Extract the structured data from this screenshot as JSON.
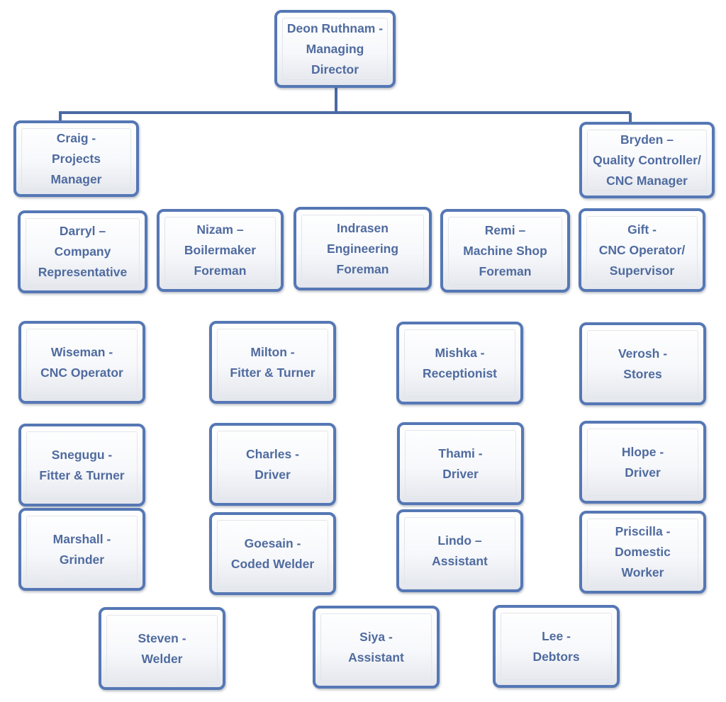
{
  "colors": {
    "box_border": "#5577b5",
    "connector": "#4a6aa3",
    "text": "#4f6b9f"
  },
  "nodes": [
    {
      "id": "deon",
      "label": "Deon Ruthnam -\nManaging\nDirector"
    },
    {
      "id": "craig",
      "label": "Craig -\nProjects\nManager"
    },
    {
      "id": "bryden",
      "label": "Bryden –\nQuality Controller/\nCNC Manager"
    },
    {
      "id": "darryl",
      "label": "Darryl –\nCompany\nRepresentative"
    },
    {
      "id": "nizam",
      "label": "Nizam –\nBoilermaker\nForeman"
    },
    {
      "id": "indrasen",
      "label": "Indrasen\nEngineering\nForeman"
    },
    {
      "id": "remi",
      "label": "Remi  –\nMachine Shop\nForeman"
    },
    {
      "id": "gift",
      "label": "Gift -\nCNC Operator/\nSupervisor"
    },
    {
      "id": "wiseman",
      "label": "Wiseman -\nCNC Operator"
    },
    {
      "id": "milton",
      "label": "Milton -\nFitter & Turner"
    },
    {
      "id": "mishka",
      "label": "Mishka -\nReceptionist"
    },
    {
      "id": "verosh",
      "label": "Verosh -\nStores"
    },
    {
      "id": "snegugu",
      "label": "Snegugu -\nFitter & Turner"
    },
    {
      "id": "charles",
      "label": "Charles -\nDriver"
    },
    {
      "id": "thami",
      "label": "Thami -\nDriver"
    },
    {
      "id": "hlope",
      "label": "Hlope -\nDriver"
    },
    {
      "id": "marshall",
      "label": "Marshall -\nGrinder"
    },
    {
      "id": "goesain",
      "label": "Goesain -\nCoded Welder"
    },
    {
      "id": "lindo",
      "label": "Lindo –\nAssistant"
    },
    {
      "id": "priscilla",
      "label": "Priscilla -\nDomestic\nWorker"
    },
    {
      "id": "steven",
      "label": "Steven -\nWelder"
    },
    {
      "id": "siya",
      "label": "Siya -\nAssistant"
    },
    {
      "id": "lee",
      "label": "Lee -\nDebtors"
    }
  ],
  "edges": [
    {
      "from": "deon",
      "to": "craig"
    },
    {
      "from": "deon",
      "to": "bryden"
    }
  ]
}
